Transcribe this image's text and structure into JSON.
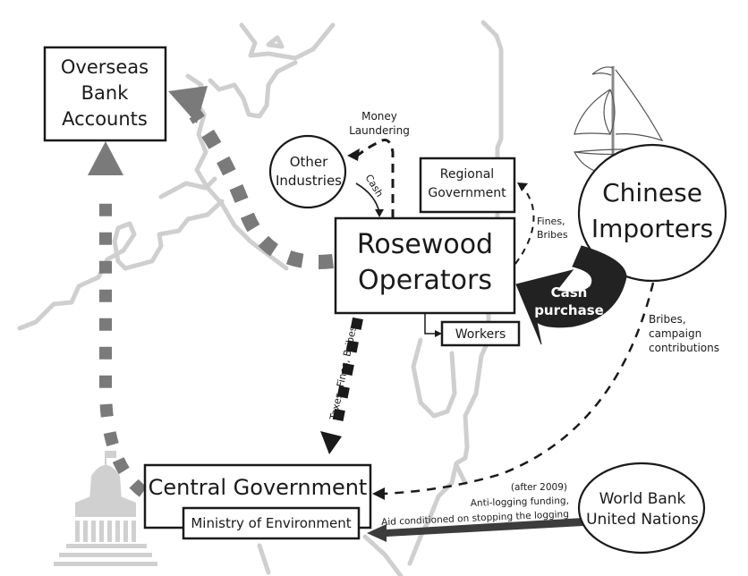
{
  "nodes": {
    "overseas_bank": {
      "lines": [
        "Overseas",
        "Bank",
        "Accounts"
      ]
    },
    "other_industries": {
      "lines": [
        "Other",
        "Industries"
      ]
    },
    "regional_government": {
      "lines": [
        "Regional",
        "Government"
      ]
    },
    "rosewood_operators": {
      "lines": [
        "Rosewood",
        "Operators"
      ]
    },
    "chinese_importers": {
      "lines": [
        "Chinese",
        "Importers"
      ]
    },
    "workers": {
      "label": "Workers"
    },
    "central_government": {
      "label": "Central Government"
    },
    "ministry_environment": {
      "label": "Ministry of Environment"
    },
    "world_bank_un": {
      "lines": [
        "World Bank",
        "United Nations"
      ]
    }
  },
  "edges": {
    "money_laundering": {
      "lines": [
        "Money",
        "Laundering"
      ]
    },
    "cash": {
      "label": "Cash"
    },
    "fines_bribes_regional": {
      "lines": [
        "Fines,",
        "Bribes"
      ]
    },
    "cash_purchase": {
      "lines": [
        "Cash",
        "purchase"
      ]
    },
    "bribes_campaign": {
      "lines": [
        "Bribes,",
        "campaign",
        "contributions"
      ]
    },
    "taxes_fines_bribes": {
      "label": "Taxes, Fines, Bribes"
    },
    "world_bank_aid": {
      "lines": [
        "(after 2009)",
        "Anti-logging funding,",
        "Aid conditioned on stopping the logging"
      ]
    }
  },
  "colors": {
    "dark": "#1a1a1a",
    "gray_arrow": "#7a7a7a",
    "map_outline": "#cfcfcf",
    "capitol": "#d0d0d0",
    "aid_arrow": "#3c3c3c"
  }
}
